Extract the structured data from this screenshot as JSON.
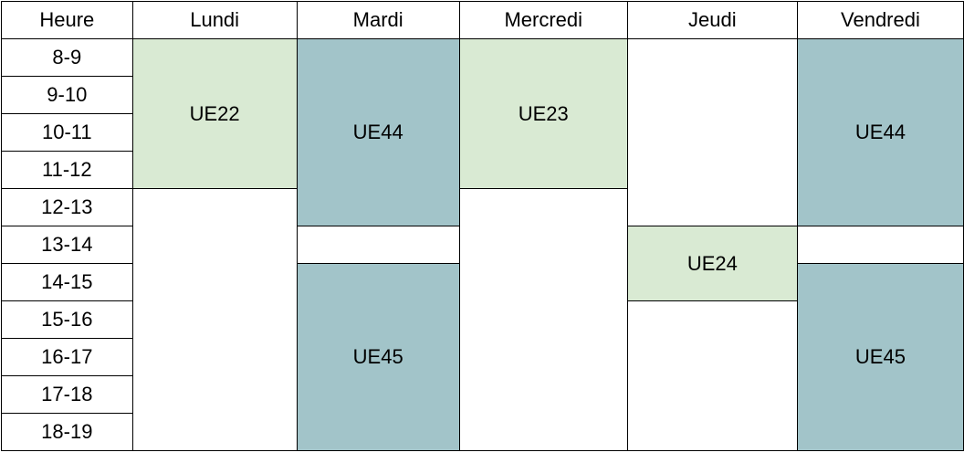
{
  "header": {
    "hour": "Heure",
    "days": [
      "Lundi",
      "Mardi",
      "Mercredi",
      "Jeudi",
      "Vendredi"
    ]
  },
  "hours": [
    "8-9",
    "9-10",
    "10-11",
    "11-12",
    "12-13",
    "13-14",
    "14-15",
    "15-16",
    "16-17",
    "17-18",
    "18-19"
  ],
  "courses": {
    "lundi_ue22": "UE22",
    "mardi_ue44": "UE44",
    "mardi_ue45": "UE45",
    "mercredi_ue23": "UE23",
    "jeudi_ue24": "UE24",
    "vendredi_ue44": "UE44",
    "vendredi_ue45": "UE45"
  },
  "colors": {
    "ue2x": "#d9ead3",
    "ue4x": "#a2c4c9"
  }
}
